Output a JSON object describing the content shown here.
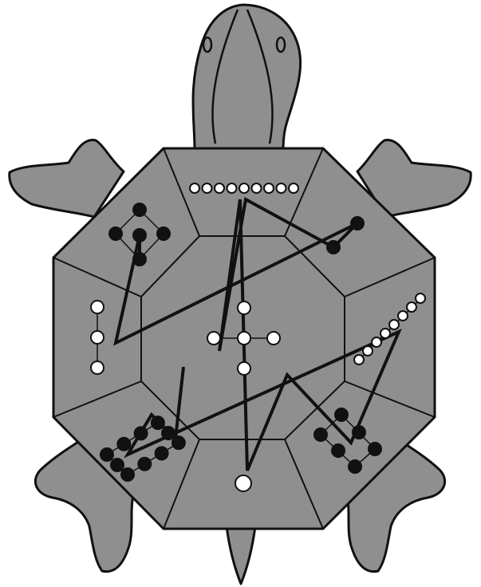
{
  "figure": {
    "subject": "turtle diagram",
    "colors": {
      "shell": "#8f8f8f",
      "outline": "#111111",
      "white_dot": "#ffffff",
      "black_dot": "#111111",
      "path": "#111111"
    },
    "dot_groups": [
      {
        "name": "top-white-row",
        "color": "white",
        "count": 9
      },
      {
        "name": "top-left-black-cluster",
        "color": "black",
        "count": 5
      },
      {
        "name": "top-right-black-pair",
        "color": "black",
        "count": 2
      },
      {
        "name": "left-white-column",
        "color": "white",
        "count": 3
      },
      {
        "name": "center-white-cross",
        "color": "white",
        "count": 5
      },
      {
        "name": "right-white-diagonal",
        "color": "white",
        "count": 8
      },
      {
        "name": "bottom-left-black-block",
        "color": "black",
        "count": 10
      },
      {
        "name": "bottom-right-black-block",
        "color": "black",
        "count": 6
      },
      {
        "name": "bottom-white-dot",
        "color": "white",
        "count": 1
      }
    ]
  }
}
